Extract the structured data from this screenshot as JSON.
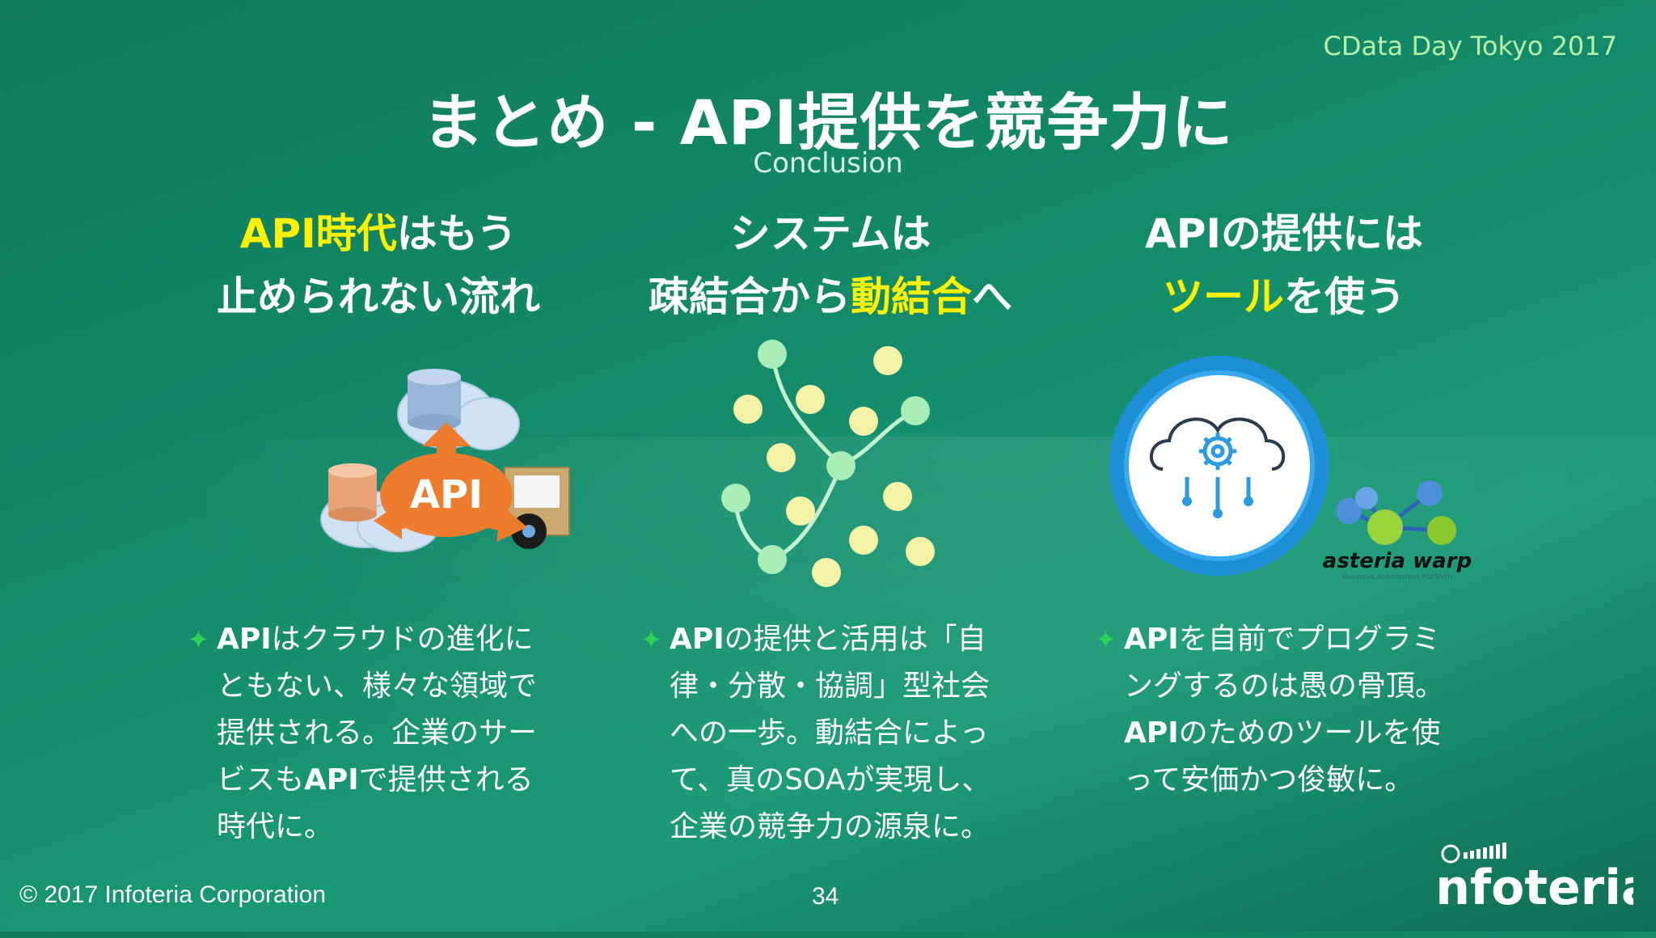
{
  "header": {
    "conference": "CData Day Tokyo 2017"
  },
  "title": "まとめ - API提供を競争力に",
  "subtitle": "Conclusion",
  "columns": [
    {
      "heading_line1_highlight": "API時代",
      "heading_line1_rest": "はもう",
      "heading_line2": "止められない流れ",
      "illustration": "api-cloud-icon",
      "illustration_text": "API",
      "bullet_lines": [
        {
          "bold": "API",
          "text": "はクラウドの進化に"
        },
        {
          "bold": "",
          "text": "ともない、様々な領域で"
        },
        {
          "bold": "",
          "text": "提供される。企業のサー"
        },
        {
          "pre": "ビスも",
          "bold": "API",
          "text": "で提供される"
        },
        {
          "bold": "",
          "text": "時代に。"
        }
      ]
    },
    {
      "heading_line1": "システムは",
      "heading_line2_pre": "疎結合から",
      "heading_line2_highlight": "動結合",
      "heading_line2_post": "へ",
      "illustration": "network-nodes-icon",
      "bullet_lines": [
        {
          "bold": "API",
          "text": "の提供と活用は「自"
        },
        {
          "bold": "",
          "text": "律・分散・協調」型社会"
        },
        {
          "bold": "",
          "text": "への一歩。動結合によっ"
        },
        {
          "bold": "",
          "text": "て、真のSOAが実現し、"
        },
        {
          "bold": "",
          "text": "企業の競争力の源泉に。"
        }
      ]
    },
    {
      "heading_line1": "APIの提供には",
      "heading_line2_highlight": "ツール",
      "heading_line2_post": "を使う",
      "illustration": "cloud-gear-icon",
      "brand_logo": "asteria warp",
      "brand_tagline": "Business Automation Platform",
      "bullet_lines": [
        {
          "bold": "API",
          "text": "を自前でプログラミ"
        },
        {
          "bold": "",
          "text": "ングするのは愚の骨頂。"
        },
        {
          "bold": "API",
          "text": "のためのツールを使"
        },
        {
          "bold": "",
          "text": "って安価かつ俊敏に。"
        }
      ]
    }
  ],
  "footer": {
    "copyright": "© 2017 Infoteria Corporation",
    "page_number": "34",
    "logo_text": "infoteria"
  },
  "colors": {
    "highlight": "#fff200",
    "bullet_mark": "#2fd35a",
    "background": "#138a69"
  }
}
